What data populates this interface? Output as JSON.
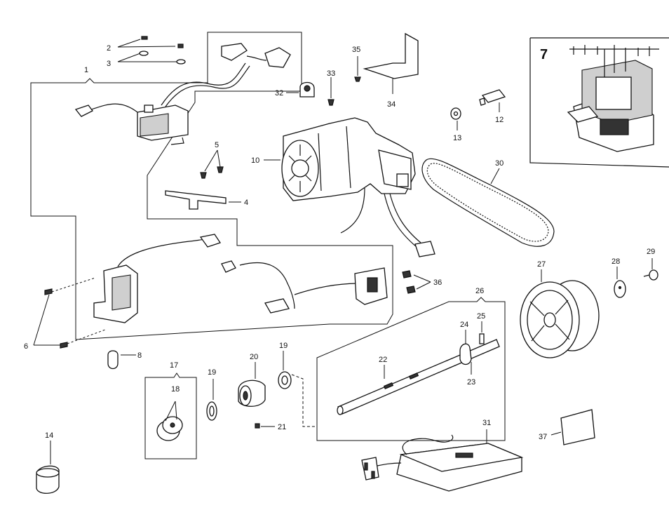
{
  "inset_label": "7",
  "callouts": [
    {
      "id": "1",
      "text": "1"
    },
    {
      "id": "2",
      "text": "2"
    },
    {
      "id": "3",
      "text": "3"
    },
    {
      "id": "4",
      "text": "4"
    },
    {
      "id": "5",
      "text": "5"
    },
    {
      "id": "6",
      "text": "6"
    },
    {
      "id": "8",
      "text": "8"
    },
    {
      "id": "10",
      "text": "10"
    },
    {
      "id": "12",
      "text": "12"
    },
    {
      "id": "13",
      "text": "13"
    },
    {
      "id": "14",
      "text": "14"
    },
    {
      "id": "17",
      "text": "17"
    },
    {
      "id": "18",
      "text": "18"
    },
    {
      "id": "19a",
      "text": "19"
    },
    {
      "id": "19b",
      "text": "19"
    },
    {
      "id": "20",
      "text": "20"
    },
    {
      "id": "21",
      "text": "21"
    },
    {
      "id": "22",
      "text": "22"
    },
    {
      "id": "23",
      "text": "23"
    },
    {
      "id": "24",
      "text": "24"
    },
    {
      "id": "25",
      "text": "25"
    },
    {
      "id": "26",
      "text": "26"
    },
    {
      "id": "27",
      "text": "27"
    },
    {
      "id": "28",
      "text": "28"
    },
    {
      "id": "29",
      "text": "29"
    },
    {
      "id": "30",
      "text": "30"
    },
    {
      "id": "31",
      "text": "31"
    },
    {
      "id": "32",
      "text": "32"
    },
    {
      "id": "33",
      "text": "33"
    },
    {
      "id": "34",
      "text": "34"
    },
    {
      "id": "35",
      "text": "35"
    },
    {
      "id": "36",
      "text": "36"
    },
    {
      "id": "37",
      "text": "37"
    }
  ]
}
